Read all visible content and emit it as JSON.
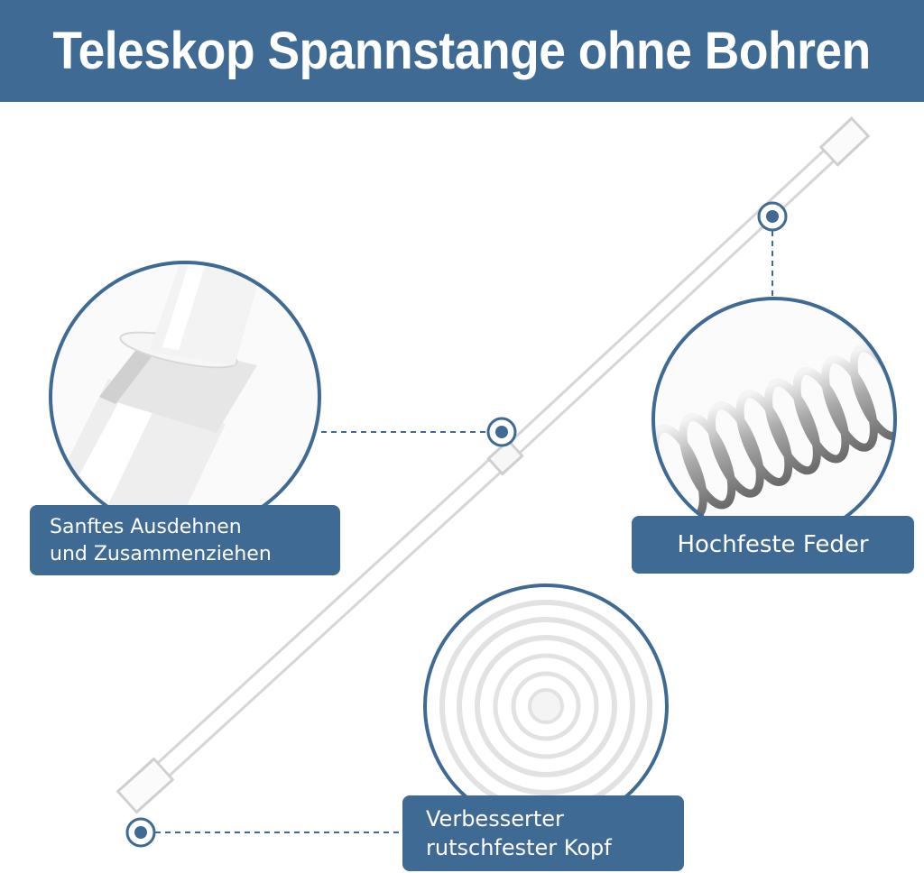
{
  "banner": {
    "title": "Teleskop Spannstange ohne Bohren"
  },
  "features": [
    {
      "line1": "Sanftes Ausdehnen",
      "line2": "und Zusammenziehen"
    },
    {
      "line1": "Hochfeste Feder"
    },
    {
      "line1": "Verbesserter",
      "line2": "rutschfester Kopf"
    }
  ],
  "colors": {
    "accent": "#3f6a94",
    "background": "#ffffff",
    "text_on_accent": "#ffffff"
  },
  "icons": [
    "marker-dot-icon",
    "telescopic-rod-image",
    "rod-joint-closeup-image",
    "spring-closeup-image",
    "rubber-end-cap-closeup-image"
  ]
}
